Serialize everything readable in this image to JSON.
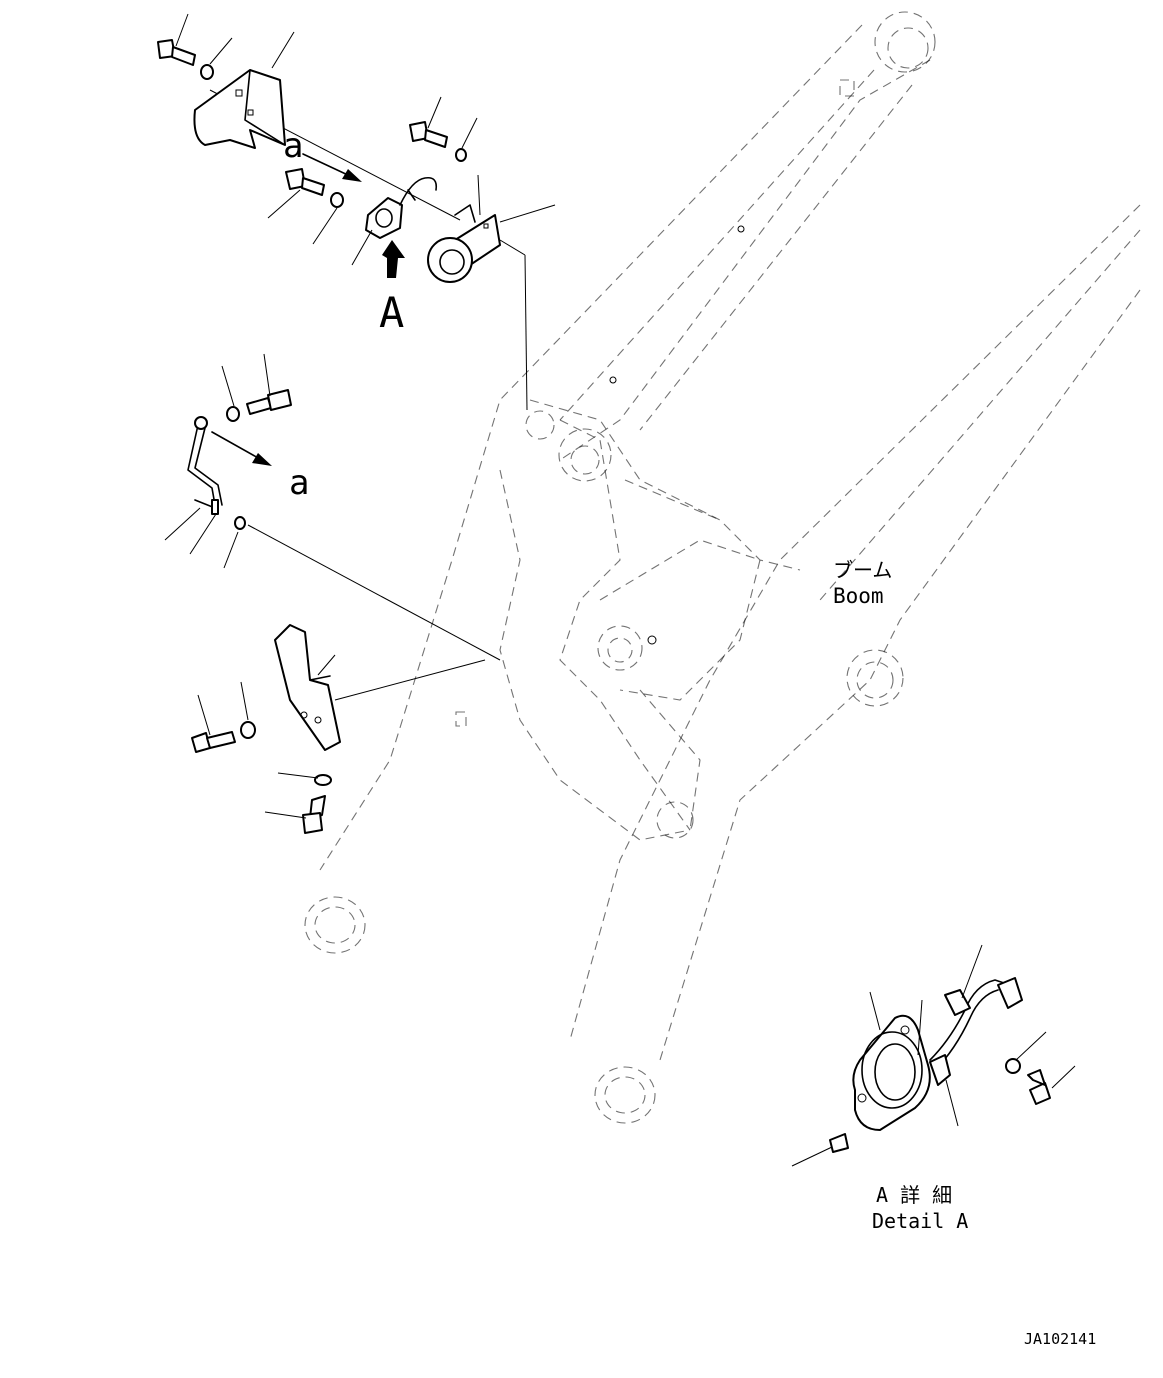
{
  "labels": {
    "boom_jp": "ブーム",
    "boom_en": "Boom",
    "view_letter": "A",
    "ref_a_top": "a",
    "ref_a_mid": "a",
    "detail_jp": "A 詳 細",
    "detail_en": "Detail A",
    "drawing_number": "JA102141"
  },
  "icons": {
    "view_arrow": "up-arrow-icon",
    "flow_arrow": "arrow-icon"
  }
}
